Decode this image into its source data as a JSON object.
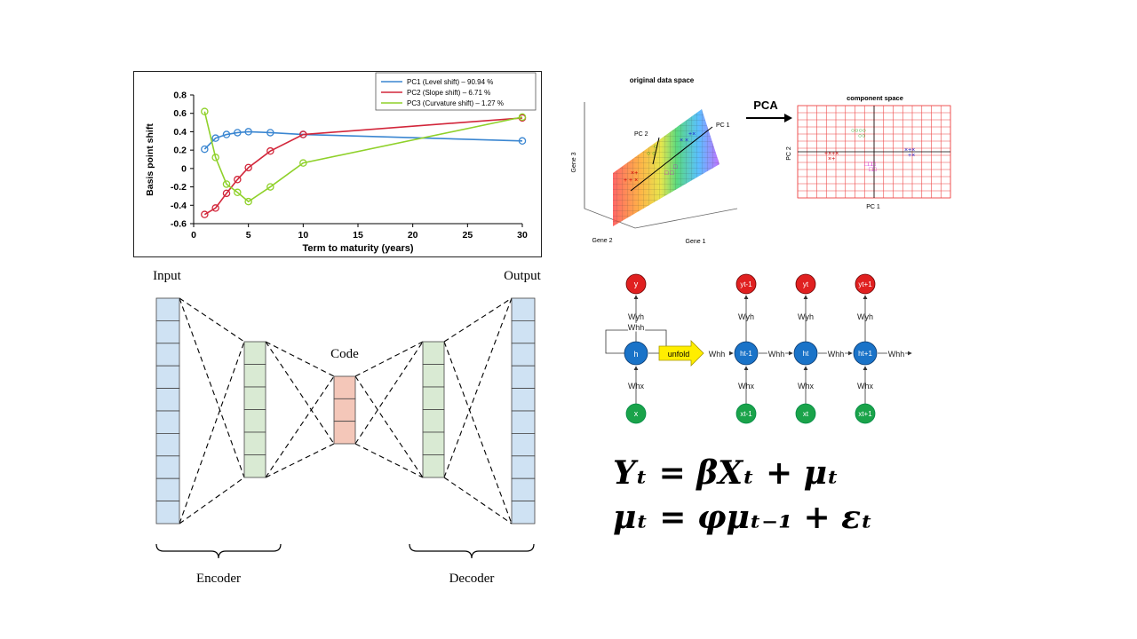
{
  "chart_data": {
    "type": "line",
    "xlabel": "Term to maturity (years)",
    "ylabel": "Basis point shift",
    "xlim": [
      0,
      30
    ],
    "ylim": [
      -0.6,
      0.8
    ],
    "xticks": [
      "0",
      "5",
      "10",
      "15",
      "20",
      "25",
      "30"
    ],
    "yticks": [
      "-0.6",
      "-0.4",
      "-0.2",
      "0",
      "0.2",
      "0.4",
      "0.6",
      "0.8"
    ],
    "legend_position": "top-right",
    "grid": false,
    "series": [
      {
        "name": "PC1 (Level shift) – 90.94 %",
        "color": "#3a86d1",
        "x": [
          1,
          2,
          3,
          4,
          5,
          7,
          10,
          30
        ],
        "y": [
          0.21,
          0.33,
          0.37,
          0.39,
          0.4,
          0.39,
          0.37,
          0.3
        ]
      },
      {
        "name": "PC2 (Slope shift) – 6.71 %",
        "color": "#d2263a",
        "x": [
          1,
          2,
          3,
          4,
          5,
          7,
          10,
          30
        ],
        "y": [
          -0.5,
          -0.43,
          -0.27,
          -0.12,
          0.01,
          0.19,
          0.37,
          0.55
        ]
      },
      {
        "name": "PC3 (Curvature shift) – 1.27 %",
        "color": "#8fd12a",
        "x": [
          1,
          2,
          3,
          4,
          5,
          7,
          10,
          30
        ],
        "y": [
          0.62,
          0.12,
          -0.17,
          -0.26,
          -0.36,
          -0.2,
          0.06,
          0.56
        ]
      }
    ]
  },
  "pca": {
    "left_title": "original data space",
    "right_title": "component space",
    "arrow_label": "PCA",
    "pc1": "PC 1",
    "pc2": "PC 2",
    "gene1": "Gene 1",
    "gene2": "Gene 2",
    "gene3": "Gene 3",
    "axis_pc1": "PC 1",
    "axis_pc2": "PC 2"
  },
  "autoencoder": {
    "input": "Input",
    "output": "Output",
    "code": "Code",
    "encoder": "Encoder",
    "decoder": "Decoder",
    "colors": {
      "outer": "#cfe2f3",
      "middle": "#d9ead3",
      "code": "#f4c7b9"
    }
  },
  "rnn": {
    "y": "y",
    "h": "h",
    "x": "x",
    "w_yh": "Wyh",
    "w_hh": "Whh",
    "w_hx": "Whx",
    "unfold": "unfold",
    "y_t_prev": "yt-1",
    "y_t": "yt",
    "y_t_next": "yt+1",
    "h_t_prev": "ht-1",
    "h_t": "ht",
    "h_t_next": "ht+1",
    "x_t_prev": "xt-1",
    "x_t": "xt",
    "x_t_next": "xt+1",
    "colors": {
      "output": "#e02020",
      "hidden": "#1a73c8",
      "input": "#1aa34a",
      "unfold": "#ffee00"
    }
  },
  "equations": {
    "line1": "Yₜ = βXₜ + μₜ",
    "line2": "μₜ = φμₜ₋₁ + εₜ"
  }
}
